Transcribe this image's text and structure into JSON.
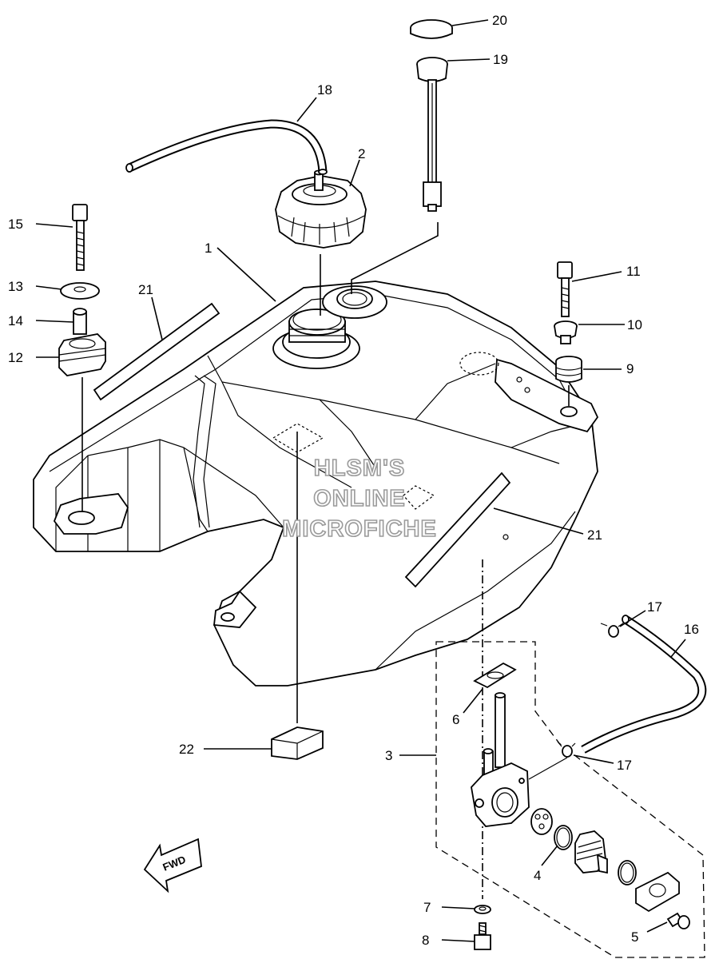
{
  "watermark": {
    "line1": "HLSM'S",
    "line2": "ONLINE",
    "line3": "MICROFICHE"
  },
  "fwd_label": "FWD",
  "callouts": [
    {
      "id": "c1",
      "label": "1"
    },
    {
      "id": "c2",
      "label": "2"
    },
    {
      "id": "c3",
      "label": "3"
    },
    {
      "id": "c4",
      "label": "4"
    },
    {
      "id": "c5",
      "label": "5"
    },
    {
      "id": "c6",
      "label": "6"
    },
    {
      "id": "c7",
      "label": "7"
    },
    {
      "id": "c8",
      "label": "8"
    },
    {
      "id": "c9",
      "label": "9"
    },
    {
      "id": "c10",
      "label": "10"
    },
    {
      "id": "c11",
      "label": "11"
    },
    {
      "id": "c12",
      "label": "12"
    },
    {
      "id": "c13",
      "label": "13"
    },
    {
      "id": "c14",
      "label": "14"
    },
    {
      "id": "c15",
      "label": "15"
    },
    {
      "id": "c16",
      "label": "16"
    },
    {
      "id": "c17a",
      "label": "17"
    },
    {
      "id": "c17b",
      "label": "17"
    },
    {
      "id": "c18",
      "label": "18"
    },
    {
      "id": "c19",
      "label": "19"
    },
    {
      "id": "c20",
      "label": "20"
    },
    {
      "id": "c21a",
      "label": "21"
    },
    {
      "id": "c21b",
      "label": "21"
    },
    {
      "id": "c22",
      "label": "22"
    }
  ]
}
